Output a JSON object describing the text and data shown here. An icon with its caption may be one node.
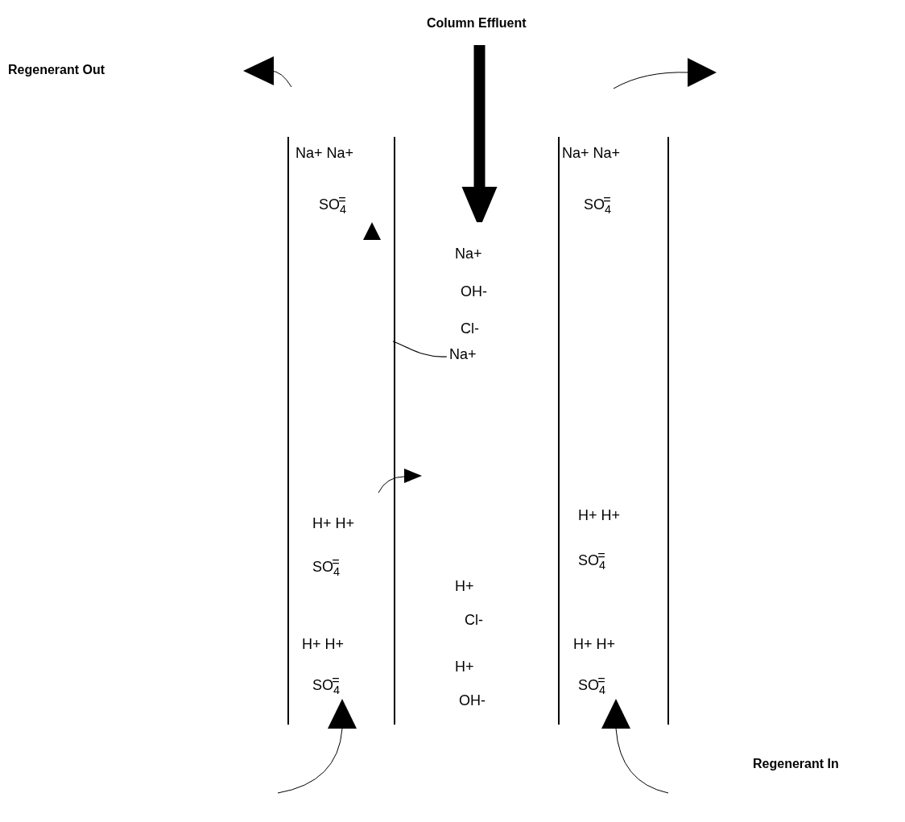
{
  "diagram": {
    "nodes": [
      {
        "text": [
          "Column Effluent"
        ]
      },
      {
        "text": [
          "Na+"
        ]
      }
    ],
    "edges": [
      {
        "from": 0,
        "to": null,
        "arrow": "to",
        "style": "thick"
      },
      {
        "from": 1,
        "to": null,
        "arrow": "none"
      }
    ],
    "labels": [
      "Regenerant Out",
      "Na+ Na+",
      "Na+ Na+",
      "SO$_{4}$$^{=}$",
      "SO$_{4}$$^{=}$",
      "Na+",
      "OH-",
      "Cl-",
      "H+ H+",
      "H+ H+",
      "SO$_{4}$$^{=}$",
      "SO$_{4}$$^{=}$",
      "H+",
      "Cl-",
      "H+ H+",
      "H+ H+",
      "H+",
      "SO$_{4}$$^{=}$",
      "SO$_{4}$$^{=}$",
      "OH-",
      "Regenerant In"
    ]
  }
}
